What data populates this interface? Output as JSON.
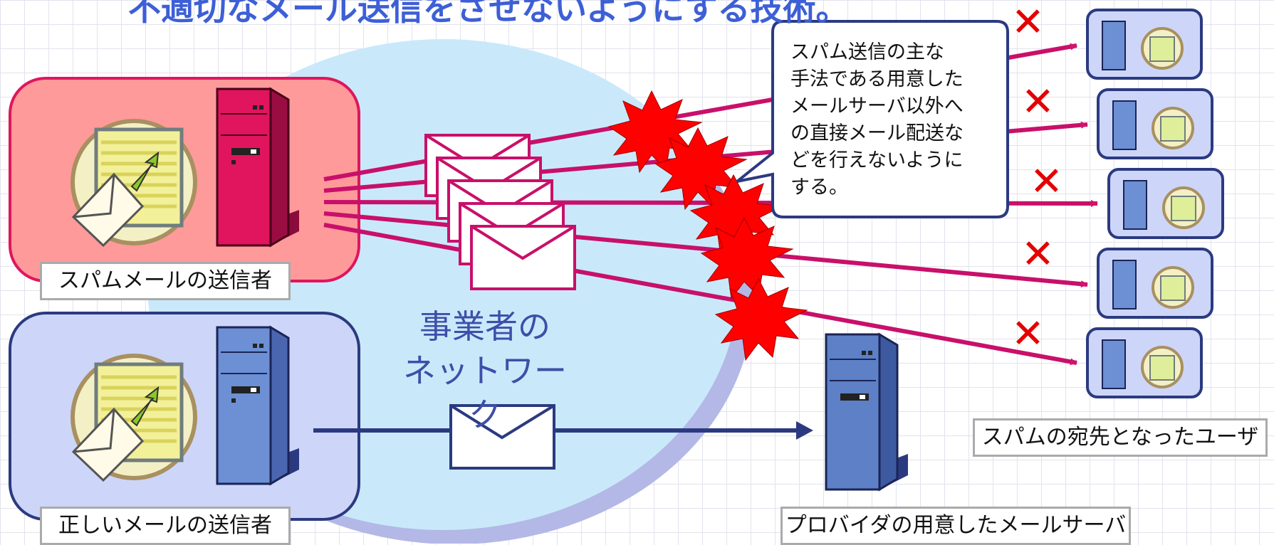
{
  "title": "不適切なメール送信をさせないようにする技術。",
  "senders": {
    "spam_label": "スパムメールの送信者",
    "legit_label": "正しいメールの送信者"
  },
  "network_label": {
    "line1": "事業者の",
    "line2": "ネットワーク"
  },
  "callout": {
    "lines": [
      "スパム送信の主な",
      "手法である用意した",
      "メールサーバ以外へ",
      "の直接メール配送な",
      "どを行えないように",
      "する。"
    ]
  },
  "recipients_label": "スパムの宛先となったユーザ",
  "provider_label": "プロバイダの用意したメールサーバ",
  "blocked_mark": "✕",
  "colors": {
    "spam": "#e0155e",
    "spam_bg": "#ff9a9a",
    "legit": "#6d8fd4",
    "legit_bg": "#cdd6f8",
    "network": "#c9e9fb",
    "explosion": "#ff0000",
    "title": "#3d5fd6"
  }
}
